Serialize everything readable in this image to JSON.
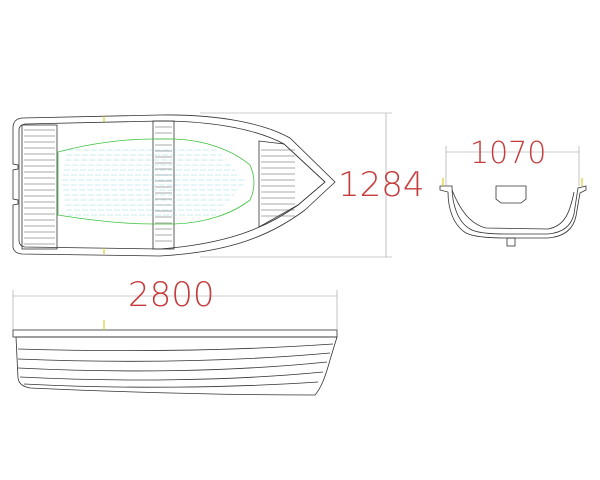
{
  "dimensions": {
    "length": "2800",
    "width": "1284",
    "section_width": "1070"
  },
  "colors": {
    "outline": "#333333",
    "dimension": "#9a9a9a",
    "dimension_text": "#c43c3c",
    "floor_outline": "#3ec43e",
    "floor_lines": "#8fd8e8",
    "accent": "#d4c400"
  }
}
